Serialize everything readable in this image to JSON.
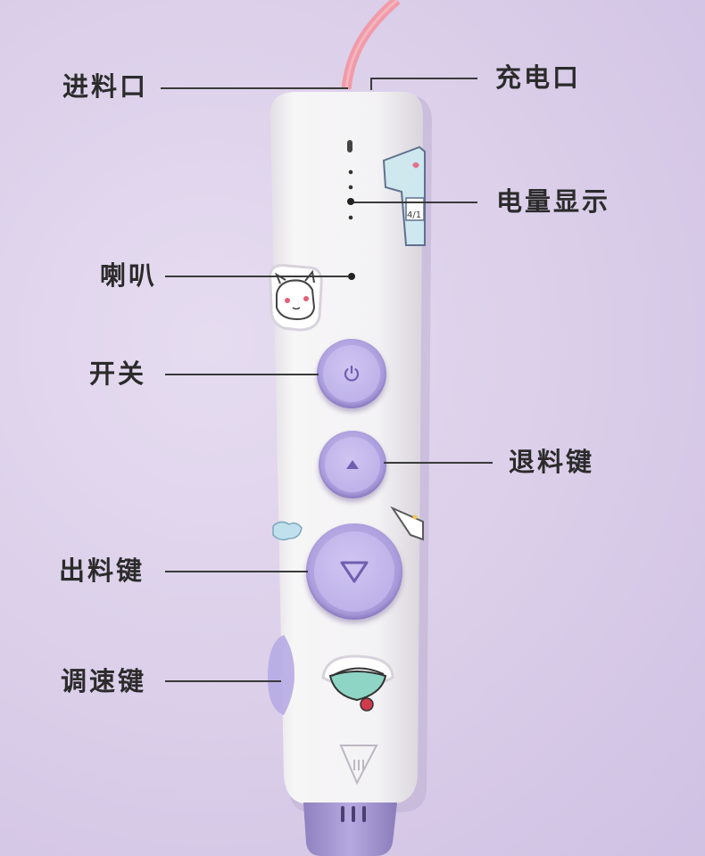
{
  "labels": {
    "feed_port": "进料口",
    "charge_port": "充电口",
    "battery_display": "电量显示",
    "speaker": "喇叭",
    "power": "开关",
    "retract_key": "退料键",
    "extrude_key": "出料键",
    "speed_key": "调速键"
  },
  "colors": {
    "background": "#dcd0ea",
    "pen_body": "#f4f3f4",
    "button": "#ab9edd",
    "cable": "#f19aa8"
  },
  "icons": {
    "power_button": "power-icon",
    "retract_button": "triangle-up-icon",
    "extrude_button": "triangle-down-icon"
  }
}
